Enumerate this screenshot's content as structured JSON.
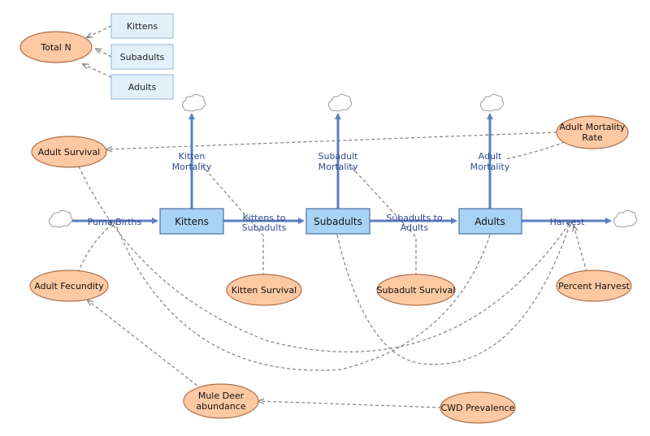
{
  "stocks": {
    "kittens": "Kittens",
    "subadults": "Subadults",
    "adults": "Adults"
  },
  "ghosts": {
    "kittens": "Kittens",
    "subadults": "Subadults",
    "adults": "Adults"
  },
  "variables": {
    "total_n": "Total N",
    "adult_survival": "Adult Survival",
    "adult_mortality_rate_1": "Adult Mortality",
    "adult_mortality_rate_2": "Rate",
    "adult_fecundity": "Adult Fecundity",
    "kitten_survival": "Kitten Survival",
    "subadult_survival": "Subadult Survival",
    "percent_harvest": "Percent Harvest",
    "mule_deer_1": "Mule Deer",
    "mule_deer_2": "abundance",
    "cwd_prevalence": "CWD Prevalence"
  },
  "flows": {
    "puma_births": "Puma Births",
    "kittens_to_subadults_1": "Kittens to",
    "kittens_to_subadults_2": "Subadults",
    "subadults_to_adults_1": "Subadults to",
    "subadults_to_adults_2": "Adults",
    "harvest": "Harvest",
    "kitten_mortality_1": "Kitten",
    "kitten_mortality_2": "Mortality",
    "subadult_mortality_1": "Subadult",
    "subadult_mortality_2": "Mortality",
    "adult_mortality_1": "Adult",
    "adult_mortality_2": "Mortality"
  },
  "colors": {
    "stock_fill": "#a9d3f5",
    "stock_stroke": "#4a6fa5",
    "ghost_fill": "#e3f0fb",
    "variable_fill": "#fcc9a3",
    "variable_stroke": "#b0704a",
    "flow": "#5b7fc1",
    "link": "#8a8a8a"
  }
}
